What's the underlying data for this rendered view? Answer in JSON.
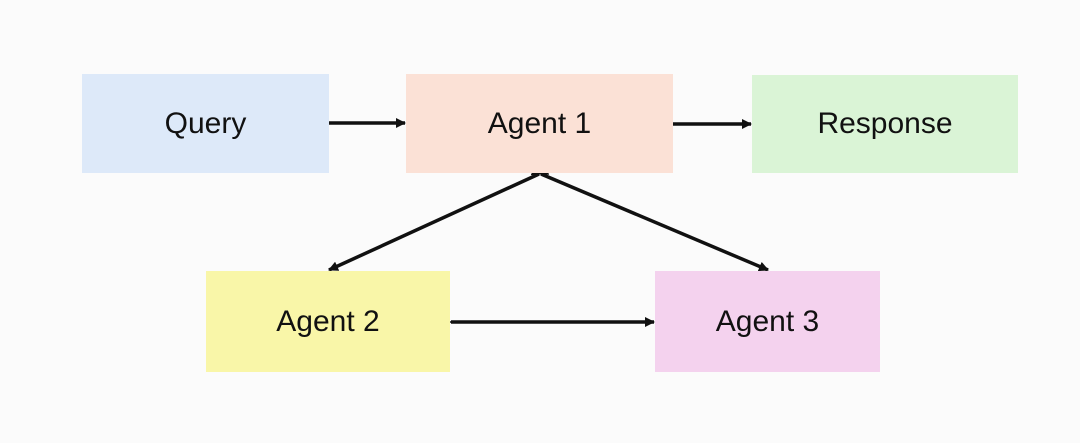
{
  "colors": {
    "query": "#dde9f9",
    "agent_1": "#fbe1d6",
    "response": "#daf4d6",
    "agent_2": "#f9f6a8",
    "agent_3": "#f4d2ee",
    "arrow": "#111111"
  },
  "nodes": {
    "query": "Query",
    "agent_1": "Agent 1",
    "response": "Response",
    "agent_2": "Agent 2",
    "agent_3": "Agent 3"
  },
  "edges": [
    {
      "from": "query",
      "to": "agent_1",
      "direction": "one-way"
    },
    {
      "from": "agent_1",
      "to": "response",
      "direction": "one-way"
    },
    {
      "from": "agent_1",
      "to": "agent_2",
      "direction": "two-way"
    },
    {
      "from": "agent_1",
      "to": "agent_3",
      "direction": "two-way"
    },
    {
      "from": "agent_2",
      "to": "agent_3",
      "direction": "two-way"
    }
  ]
}
